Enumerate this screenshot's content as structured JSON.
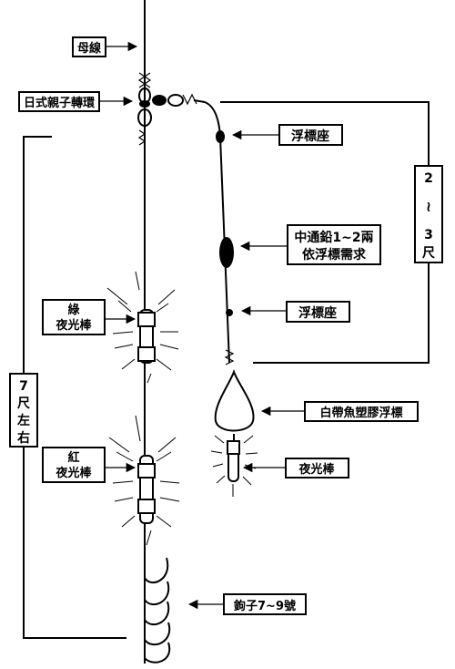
{
  "labels": {
    "main_line": "母線",
    "swivel": "日式親子轉環",
    "float_seat_top": "浮標座",
    "sinker_line1": "中通鉛1~2兩",
    "sinker_line2": "依浮標需求",
    "float_seat_bottom": "浮標座",
    "float": "白帶魚塑膠浮標",
    "glow_right": "夜光棒",
    "glow_green_line1": "綠",
    "glow_green_line2": "夜光棒",
    "glow_red_line1": "紅",
    "glow_red_line2": "夜光棒",
    "hooks": "鉤子7~9號",
    "length_left": [
      "7",
      "尺",
      "左",
      "右"
    ],
    "length_right": [
      "2",
      "≀",
      "3",
      "尺"
    ]
  }
}
